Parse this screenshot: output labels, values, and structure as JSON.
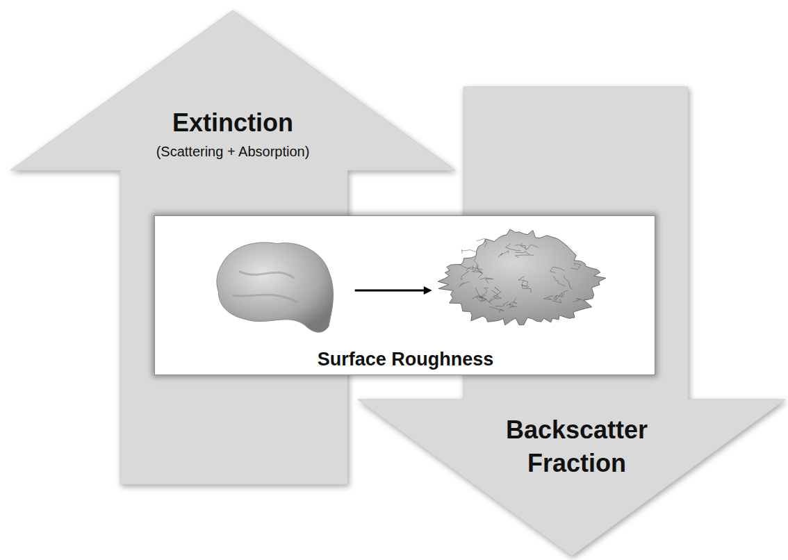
{
  "diagram": {
    "nodes": [
      {
        "text": [
          "Extinction",
          "(Scattering + Absorption)"
        ]
      },
      {
        "text": [
          "Surface Roughness"
        ]
      },
      {
        "text": [
          "Backscatter Fraction"
        ]
      }
    ]
  }
}
